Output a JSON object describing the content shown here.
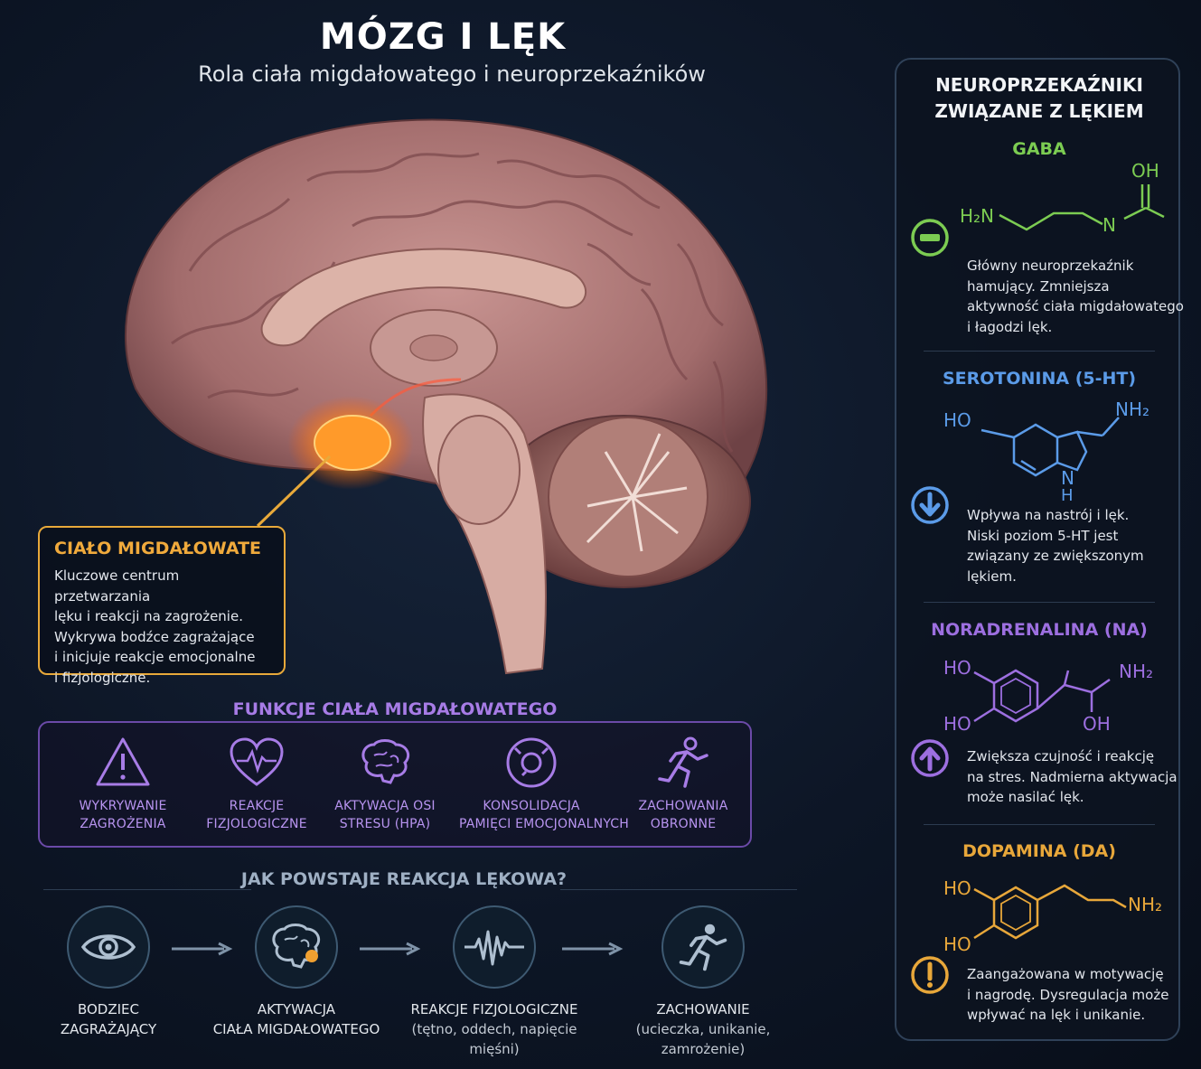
{
  "header": {
    "title": "MÓZG I LĘK",
    "subtitle": "Rola ciała migdałowatego i neuroprzekaźników"
  },
  "amygdala": {
    "title": "CIAŁO MIGDAŁOWATE",
    "lines": [
      "Kluczowe centrum przetwarzania",
      "lęku i reakcji na zagrożenie.",
      "Wykrywa bodźce zagrażające",
      "i inicjuje reakcje emocjonalne",
      "i fizjologiczne."
    ]
  },
  "functions": {
    "title": "FUNKCJE CIAŁA MIGDAŁOWATEGO",
    "items": [
      {
        "icon": "warning-icon",
        "line1": "WYKRYWANIE",
        "line2": "ZAGROŻENIA"
      },
      {
        "icon": "heartbeat-icon",
        "line1": "REAKCJE",
        "line2": "FIZJOLOGICZNE"
      },
      {
        "icon": "brain-icon",
        "line1": "AKTYWACJA OSI",
        "line2": "STRESU (HPA)"
      },
      {
        "icon": "memory-target-icon",
        "line1": "KONSOLIDACJA",
        "line2": "PAMIĘCI EMOCJONALNYCH"
      },
      {
        "icon": "running-person-icon",
        "line1": "ZACHOWANIA",
        "line2": "OBRONNE"
      }
    ]
  },
  "process": {
    "title": "JAK POWSTAJE REAKCJA LĘKOWA?",
    "steps": [
      {
        "icon": "eye-icon",
        "line1": "BODZIEC",
        "line2": "ZAGRAŻAJĄCY"
      },
      {
        "icon": "brain-amygdala-icon",
        "line1": "AKTYWACJA",
        "line2": "CIAŁA MIGDAŁOWATEGO"
      },
      {
        "icon": "pulse-wave-icon",
        "line1": "REAKCJE FIZJOLOGICZNE",
        "line2": "(tętno, oddech, napięcie mięśni)"
      },
      {
        "icon": "running-person-icon",
        "line1": "ZACHOWANIE",
        "line2": "(ucieczka, unikanie, zamrożenie)"
      }
    ]
  },
  "neurotransmitters": {
    "title_line1": "NEUROPRZEKAŹNIKI",
    "title_line2": "ZWIĄZANE Z LĘKIEM",
    "items": [
      {
        "name": "GABA",
        "color": "#7ccc52",
        "icon": "minus-circle-icon",
        "lines": [
          "Główny neuroprzekaźnik",
          "hamujący. Zmniejsza",
          "aktywność ciała migdałowatego",
          "i łagodzi lęk."
        ]
      },
      {
        "name": "SEROTONINA (5-HT)",
        "color": "#5b9be8",
        "icon": "arrow-down-circle-icon",
        "lines": [
          "Wpływa na nastrój i lęk.",
          "Niski poziom 5-HT jest",
          "związany ze zwiększonym",
          "lękiem."
        ]
      },
      {
        "name": "NORADRENALINA (NA)",
        "color": "#9d6fe0",
        "icon": "arrow-up-circle-icon",
        "lines": [
          "Zwiększa czujność i reakcję",
          "na stres. Nadmierna aktywacja",
          "może nasilać lęk."
        ]
      },
      {
        "name": "DOPAMINA (DA)",
        "color": "#e8a73a",
        "icon": "exclamation-circle-icon",
        "lines": [
          "Zaangażowana w motywację",
          "i nagrodę. Dysregulacja może",
          "wpływać na lęk i unikanie."
        ]
      }
    ]
  },
  "molecules": {
    "gaba": {
      "h2n": "H₂N",
      "n": "N",
      "oh": "OH"
    },
    "serotonin": {
      "ho": "HO",
      "nh2": "NH₂",
      "n": "N",
      "h": "H"
    },
    "noradrenaline": {
      "ho1": "HO",
      "ho2": "HO",
      "nh2": "NH₂",
      "oh": "OH"
    },
    "dopamine": {
      "ho1": "HO",
      "ho2": "HO",
      "nh2": "NH₂"
    }
  }
}
